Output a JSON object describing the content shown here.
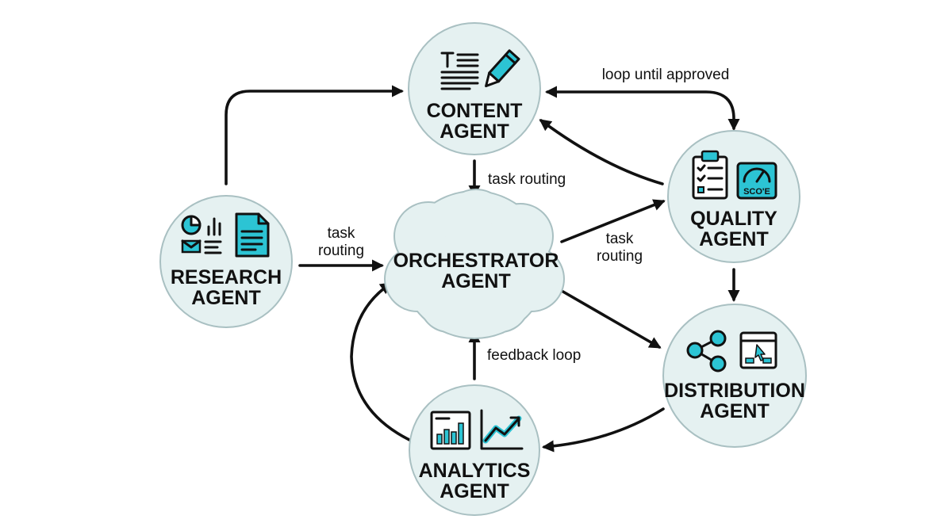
{
  "nodes": {
    "content": {
      "line1": "CONTENT",
      "line2": "AGENT"
    },
    "research": {
      "line1": "RESEARCH",
      "line2": "AGENT"
    },
    "orchestrator": {
      "line1": "ORCHESTRATOR",
      "line2": "AGENT"
    },
    "quality": {
      "line1": "QUALITY",
      "line2": "AGENT",
      "icon_text": "SCO'E"
    },
    "distribution": {
      "line1": "DISTRIBUTION",
      "line2": "AGENT"
    },
    "analytics": {
      "line1": "ANALYTICS",
      "line2": "AGENT"
    }
  },
  "edges": {
    "loop_label": "loop until approved",
    "content_to_orch": "task routing",
    "research_to_orch_line1": "task",
    "research_to_orch_line2": "routing",
    "orch_to_quality_line1": "task",
    "orch_to_quality_line2": "routing",
    "feedback": "feedback loop"
  },
  "icons": {
    "content": [
      "text-document-icon",
      "pencil-icon"
    ],
    "research": [
      "pie-chart-icon",
      "bar-chart-icon",
      "envelope-icon",
      "list-icon",
      "document-icon"
    ],
    "quality": [
      "clipboard-checklist-icon",
      "score-gauge-icon"
    ],
    "distribution": [
      "share-icon",
      "browser-window-icon"
    ],
    "analytics": [
      "bar-chart-report-icon",
      "trend-line-icon"
    ]
  },
  "colors": {
    "node_fill": "#e5f1f1",
    "node_stroke": "#a9c0c2",
    "accent": "#2cc4d4",
    "ink": "#111111"
  }
}
